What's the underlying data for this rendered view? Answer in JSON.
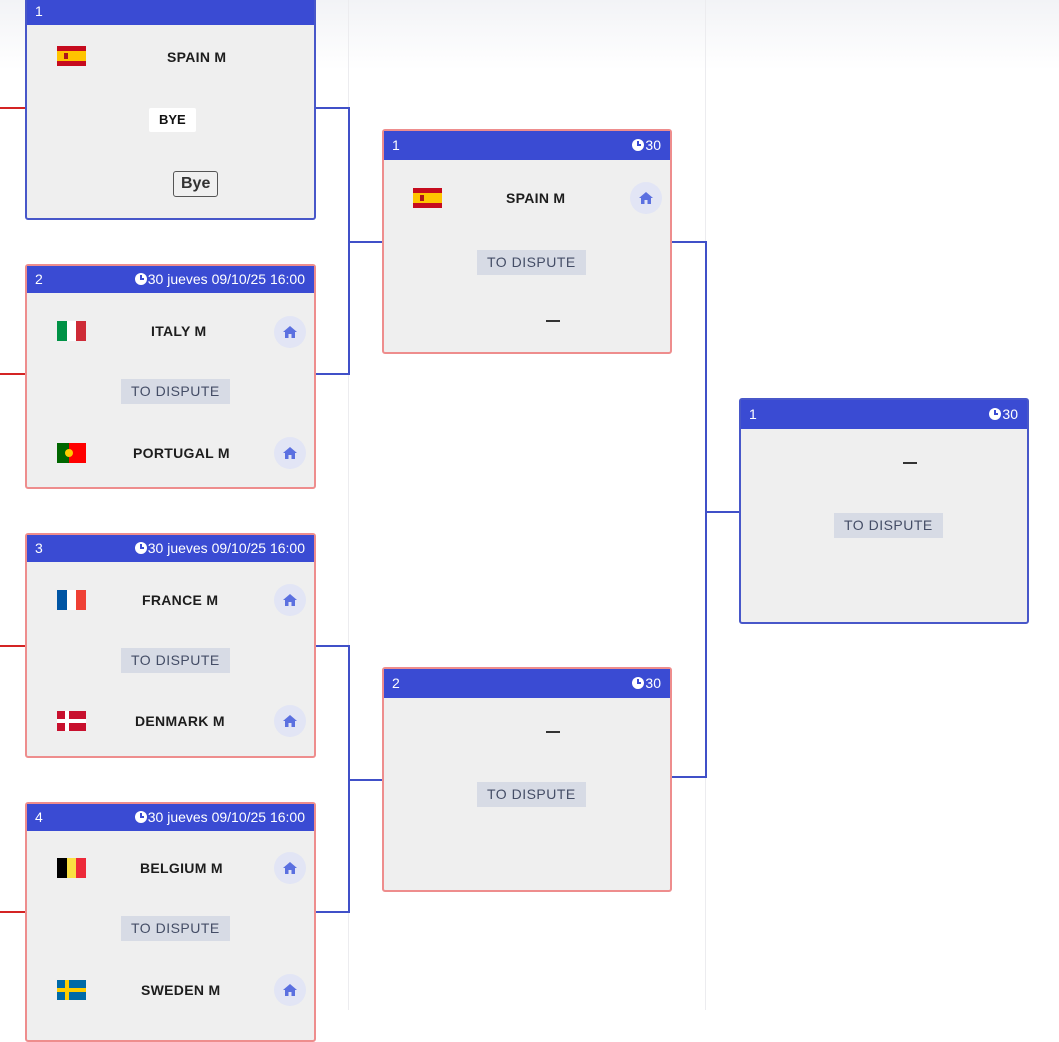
{
  "colors": {
    "header_bg": "#3a4bd3",
    "pending_border": "#ee8d8d",
    "bye_border": "#4857c9",
    "connector_left": "#d42424",
    "connector_right": "#4050c8",
    "pill_bg": "#d7dbe5"
  },
  "round1": [
    {
      "number": "1",
      "team1": {
        "name": "SPAIN M",
        "flag": "spain-flag"
      },
      "bye_tag": "BYE",
      "bye_button": "Bye"
    },
    {
      "number": "2",
      "time": "30 jueves 09/10/25 16:00",
      "team1": {
        "name": "ITALY M",
        "flag": "italy-flag"
      },
      "status": "TO DISPUTE",
      "team2": {
        "name": "PORTUGAL M",
        "flag": "portugal-flag"
      }
    },
    {
      "number": "3",
      "time": "30 jueves 09/10/25 16:00",
      "team1": {
        "name": "FRANCE M",
        "flag": "france-flag"
      },
      "status": "TO DISPUTE",
      "team2": {
        "name": "DENMARK M",
        "flag": "denmark-flag"
      }
    },
    {
      "number": "4",
      "time": "30 jueves 09/10/25 16:00",
      "team1": {
        "name": "BELGIUM M",
        "flag": "belgium-flag"
      },
      "status": "TO DISPUTE",
      "team2": {
        "name": "SWEDEN M",
        "flag": "sweden-flag"
      }
    }
  ],
  "round2": [
    {
      "number": "1",
      "time": "30",
      "team1": {
        "name": "SPAIN M",
        "flag": "spain-flag"
      },
      "status": "TO DISPUTE"
    },
    {
      "number": "2",
      "time": "30",
      "status": "TO DISPUTE"
    }
  ],
  "final": {
    "number": "1",
    "time": "30",
    "status": "TO DISPUTE"
  }
}
